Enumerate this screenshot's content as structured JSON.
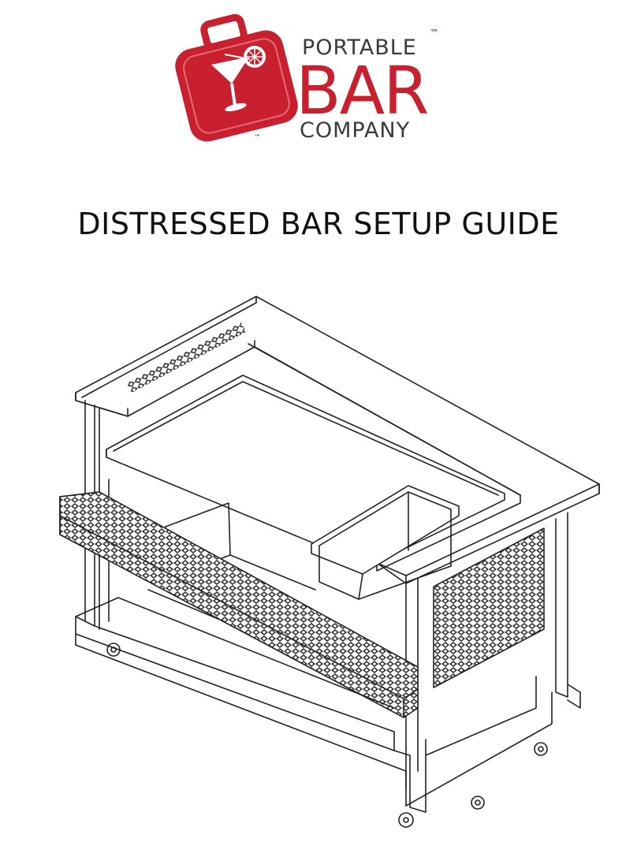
{
  "logo": {
    "brand_top": "PORTABLE",
    "brand_tm": "™",
    "brand_main": "BAR",
    "brand_bottom": "COMPANY",
    "icon_tm": "™",
    "brand_red": "#c8202f",
    "brand_gray": "#3a3a3a"
  },
  "page": {
    "title": "DISTRESSED BAR SETUP GUIDE"
  },
  "illustration": {
    "icon": "portable-bar-line-drawing"
  }
}
